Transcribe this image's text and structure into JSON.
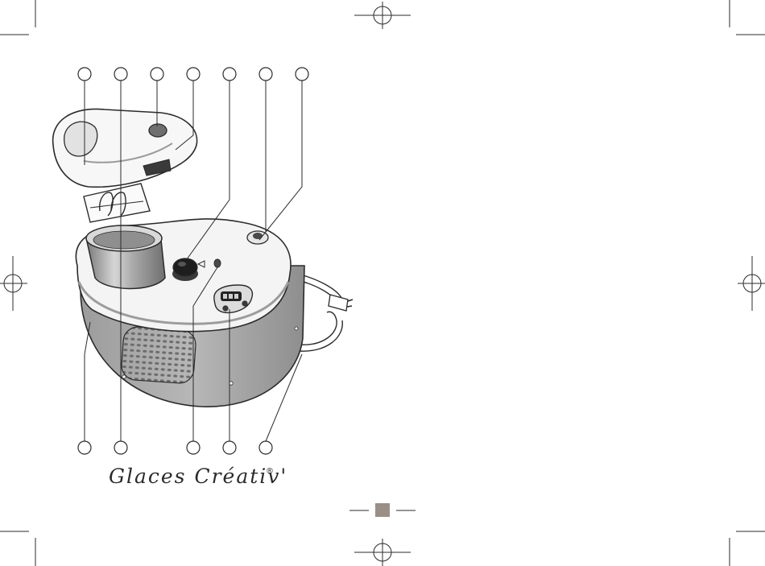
{
  "figure": {
    "brand_name": "Glaces Créativ'",
    "trademark_symbol": "®",
    "callouts_top_count": 7,
    "callouts_bottom_count": 5,
    "colors": {
      "line": "#2b2b2b",
      "body_gray": "#a9a9a9",
      "housing_white": "#f4f4f4",
      "knob": "#1e1e1e",
      "page_marker": "#9a8f86"
    }
  }
}
